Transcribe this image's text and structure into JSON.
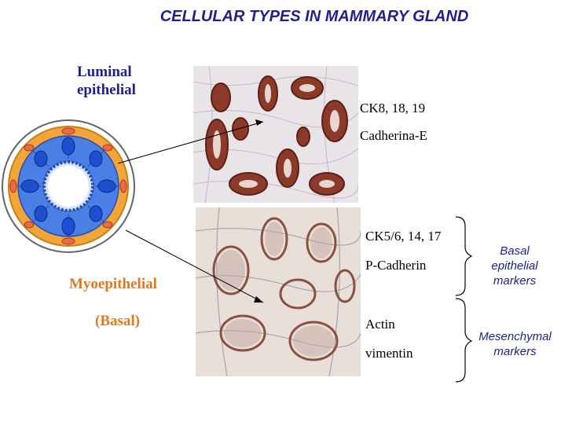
{
  "title": "CELLULAR TYPES IN MAMMARY GLAND",
  "labels": {
    "luminal_line1": "Luminal",
    "luminal_line2": "epithelial",
    "myoepithelial": "Myoepithelial",
    "basal": "(Basal)"
  },
  "upper_markers": [
    "CK8, 18, 19",
    "Cadherina-E"
  ],
  "lower_markers": [
    "CK5/6, 14, 17",
    "P-Cadherin",
    "Actin",
    "vimentin"
  ],
  "group_labels": {
    "basal_epithelial": [
      "Basal",
      "epithelial",
      "markers"
    ],
    "mesenchymal": [
      "Mesenchymal",
      "markers"
    ]
  },
  "colors": {
    "title": "#1f1f8f",
    "luminal_label": "#1f1f8f",
    "myoepithelial_label": "#e07820",
    "luminal_cell": "#4a7fe6",
    "myoepithelial_cell": "#f2a63a",
    "stain_brown": "#8b3a2a",
    "tissue_bg": "#ece4e0"
  }
}
